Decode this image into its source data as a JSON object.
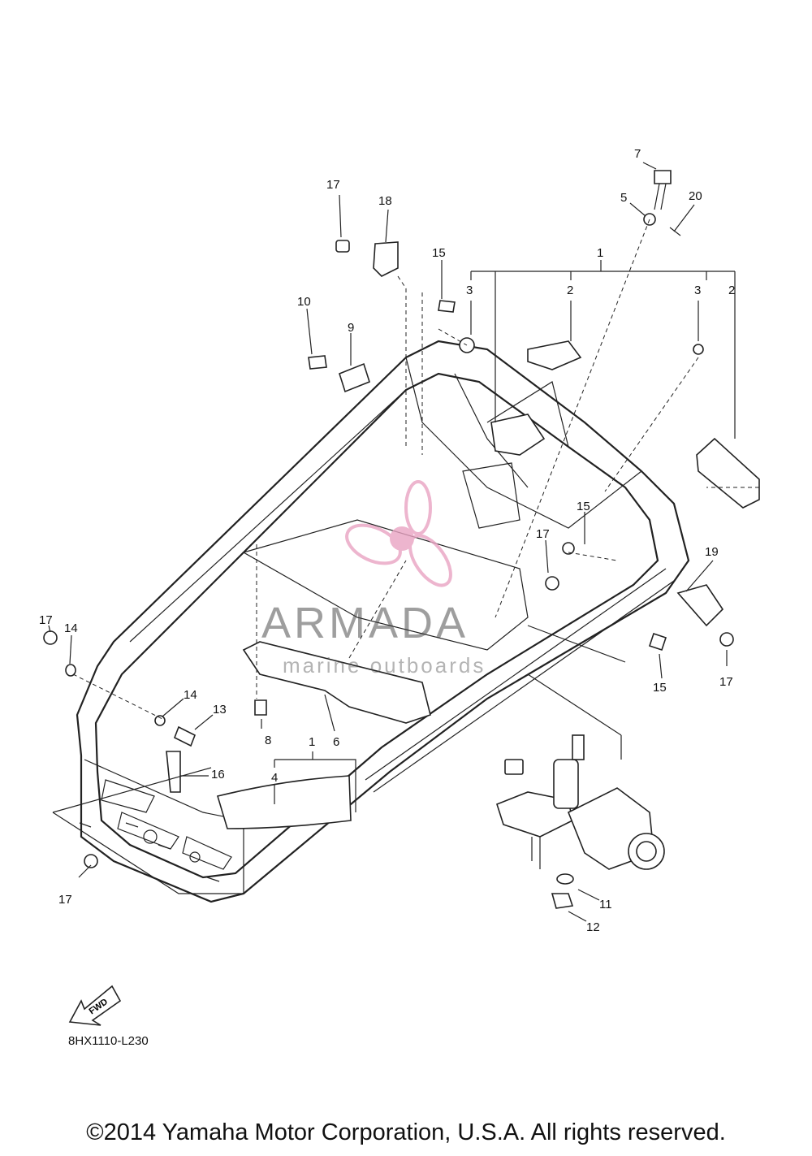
{
  "diagram": {
    "callouts": [
      {
        "id": "c17a",
        "text": "17"
      },
      {
        "id": "c18",
        "text": "18"
      },
      {
        "id": "c15a",
        "text": "15"
      },
      {
        "id": "c7",
        "text": "7"
      },
      {
        "id": "c5",
        "text": "5"
      },
      {
        "id": "c20",
        "text": "20"
      },
      {
        "id": "c1a",
        "text": "1"
      },
      {
        "id": "c3a",
        "text": "3"
      },
      {
        "id": "c2a",
        "text": "2"
      },
      {
        "id": "c3b",
        "text": "3"
      },
      {
        "id": "c2b",
        "text": "2"
      },
      {
        "id": "c10",
        "text": "10"
      },
      {
        "id": "c9",
        "text": "9"
      },
      {
        "id": "c15b",
        "text": "15"
      },
      {
        "id": "c17b",
        "text": "17"
      },
      {
        "id": "c19",
        "text": "19"
      },
      {
        "id": "c17c",
        "text": "17"
      },
      {
        "id": "c14a",
        "text": "14"
      },
      {
        "id": "c14b",
        "text": "14"
      },
      {
        "id": "c13",
        "text": "13"
      },
      {
        "id": "c8",
        "text": "8"
      },
      {
        "id": "c6",
        "text": "6"
      },
      {
        "id": "c1b",
        "text": "1"
      },
      {
        "id": "c4",
        "text": "4"
      },
      {
        "id": "c16",
        "text": "16"
      },
      {
        "id": "c15c",
        "text": "15"
      },
      {
        "id": "c17d",
        "text": "17"
      },
      {
        "id": "c17e",
        "text": "17"
      },
      {
        "id": "c11",
        "text": "11"
      },
      {
        "id": "c12",
        "text": "12"
      }
    ],
    "fwd_label": "FWD",
    "diagram_code": "8HX1110-L230"
  },
  "watermark": {
    "brand": "ARMADA",
    "tagline": "marine outboards",
    "color": "#e9a3c2"
  },
  "footer": {
    "copyright": "©2014 Yamaha Motor Corporation, U.S.A. All rights reserved."
  }
}
